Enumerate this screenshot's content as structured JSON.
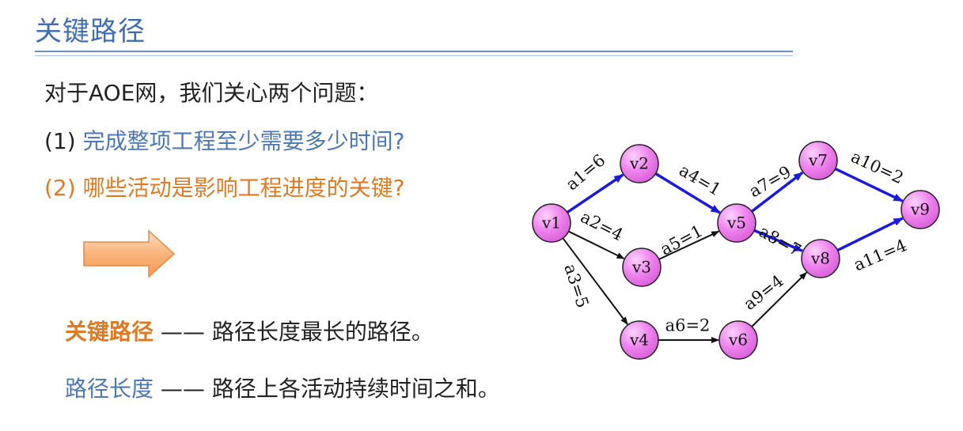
{
  "slide": {
    "title": "关键路径",
    "intro": "对于AOE网，我们关心两个问题：",
    "q1_num": "(1)",
    "q1_text": "完成整项工程至少需要多少时间?",
    "q2": "(2) 哪些活动是影响工程进度的关键?",
    "def1_term": "关键路径",
    "def1_dash": " —— ",
    "def1_text": "路径长度最长的路径。",
    "def2_term": "路径长度",
    "def2_dash": " —— ",
    "def2_text": "路径上各活动持续时间之和。"
  },
  "graph": {
    "nodes": [
      "v1",
      "v2",
      "v3",
      "v4",
      "v5",
      "v6",
      "v7",
      "v8",
      "v9"
    ],
    "edges": [
      {
        "label": "a1=6",
        "from": "v1",
        "to": "v2",
        "critical": true
      },
      {
        "label": "a2=4",
        "from": "v1",
        "to": "v3",
        "critical": false
      },
      {
        "label": "a3=5",
        "from": "v1",
        "to": "v4",
        "critical": false
      },
      {
        "label": "a4=1",
        "from": "v2",
        "to": "v5",
        "critical": true
      },
      {
        "label": "a5=1",
        "from": "v3",
        "to": "v5",
        "critical": false
      },
      {
        "label": "a6=2",
        "from": "v4",
        "to": "v6",
        "critical": false
      },
      {
        "label": "a7=9",
        "from": "v5",
        "to": "v7",
        "critical": true
      },
      {
        "label": "a8=7",
        "from": "v5",
        "to": "v8",
        "critical": true
      },
      {
        "label": "a9=4",
        "from": "v6",
        "to": "v8",
        "critical": false
      },
      {
        "label": "a10=2",
        "from": "v7",
        "to": "v9",
        "critical": true
      },
      {
        "label": "a11=4",
        "from": "v8",
        "to": "v9",
        "critical": true
      }
    ]
  },
  "colors": {
    "node_fill": "#ee82ee",
    "critical_edge": "#1a1adf",
    "normal_edge": "#111111",
    "title": "#3f6fb2",
    "orange": "#e07a20",
    "blue_text": "#4c78b5"
  }
}
